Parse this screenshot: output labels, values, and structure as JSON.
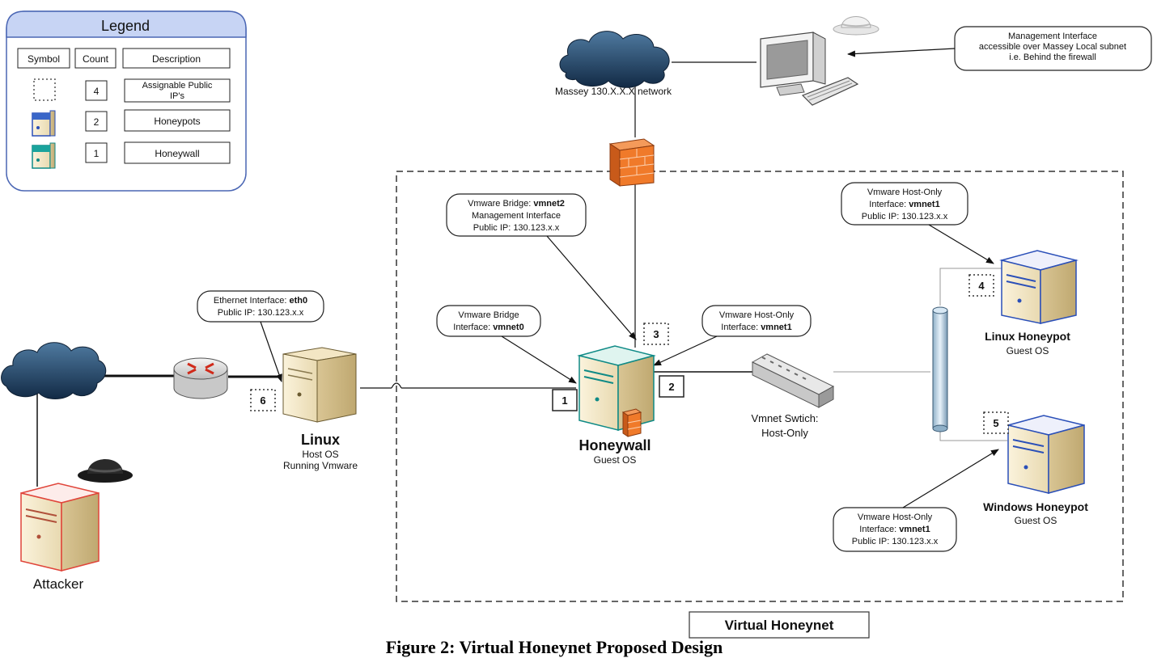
{
  "legend": {
    "title": "Legend",
    "headers": [
      "Symbol",
      "Count",
      "Description"
    ],
    "rows": [
      {
        "symbol": "dotted-box-icon",
        "count": "4",
        "description_line1": "Assignable Public",
        "description_line2": "IP's"
      },
      {
        "symbol": "blue-server-icon",
        "count": "2",
        "description_line1": "Honeypots",
        "description_line2": ""
      },
      {
        "symbol": "teal-server-icon",
        "count": "1",
        "description_line1": "Honeywall",
        "description_line2": ""
      }
    ]
  },
  "cloud_massey": {
    "label": "Massey 130.X.X.X network"
  },
  "management_note": {
    "line1": "Management Interface",
    "line2": "accessible over Massey Local subnet",
    "line3": "i.e. Behind the firewall"
  },
  "callouts": {
    "vmnet2": {
      "line1_prefix": "Vmware Bridge: ",
      "line1_bold": "vmnet2",
      "line2": "Management Interface",
      "line3": "Public IP: 130.123.x.x"
    },
    "linux_honeypot_if": {
      "line1": "Vmware Host-Only",
      "line2_prefix": "Interface: ",
      "line2_bold": "vmnet1",
      "line3": "Public IP: 130.123.x.x"
    },
    "eth0": {
      "line1_prefix": "Ethernet Interface: ",
      "line1_bold": "eth0",
      "line2": "Public IP: 130.123.x.x"
    },
    "vmnet0": {
      "line1": "Vmware Bridge",
      "line2_prefix": "Interface: ",
      "line2_bold": "vmnet0"
    },
    "vmnet1_honeywall": {
      "line1": "Vmware Host-Only",
      "line2_prefix": "Interface: ",
      "line2_bold": "vmnet1"
    },
    "windows_honeypot_if": {
      "line1": "Vmware Host-Only",
      "line2_prefix": "Interface: ",
      "line2_bold": "vmnet1",
      "line3": "Public IP: 130.123.x.x"
    }
  },
  "nodes": {
    "linux_host": {
      "name": "Linux",
      "line2": "Host OS",
      "line3": "Running Vmware"
    },
    "honeywall": {
      "name": "Honeywall",
      "line2": "Guest OS"
    },
    "linux_honeypot": {
      "name": "Linux Honeypot",
      "line2": "Guest OS"
    },
    "windows_honeypot": {
      "name": "Windows Honeypot",
      "line2": "Guest OS"
    },
    "attacker": {
      "name": "Attacker"
    },
    "switch": {
      "line1": "Vmnet Swtich:",
      "line2": "Host-Only"
    }
  },
  "markers": {
    "m1": "1",
    "m2": "2",
    "m3": "3",
    "m4": "4",
    "m5": "5",
    "m6": "6"
  },
  "boundary_label": "Virtual Honeynet",
  "caption": "Figure 2: Virtual Honeynet Proposed Design",
  "colors": {
    "teal": "#0f8a86",
    "blue": "#2a4fb8",
    "attacker": "#e0453a",
    "firewall": "#f07a2a",
    "cloud": "#1f3f63"
  }
}
